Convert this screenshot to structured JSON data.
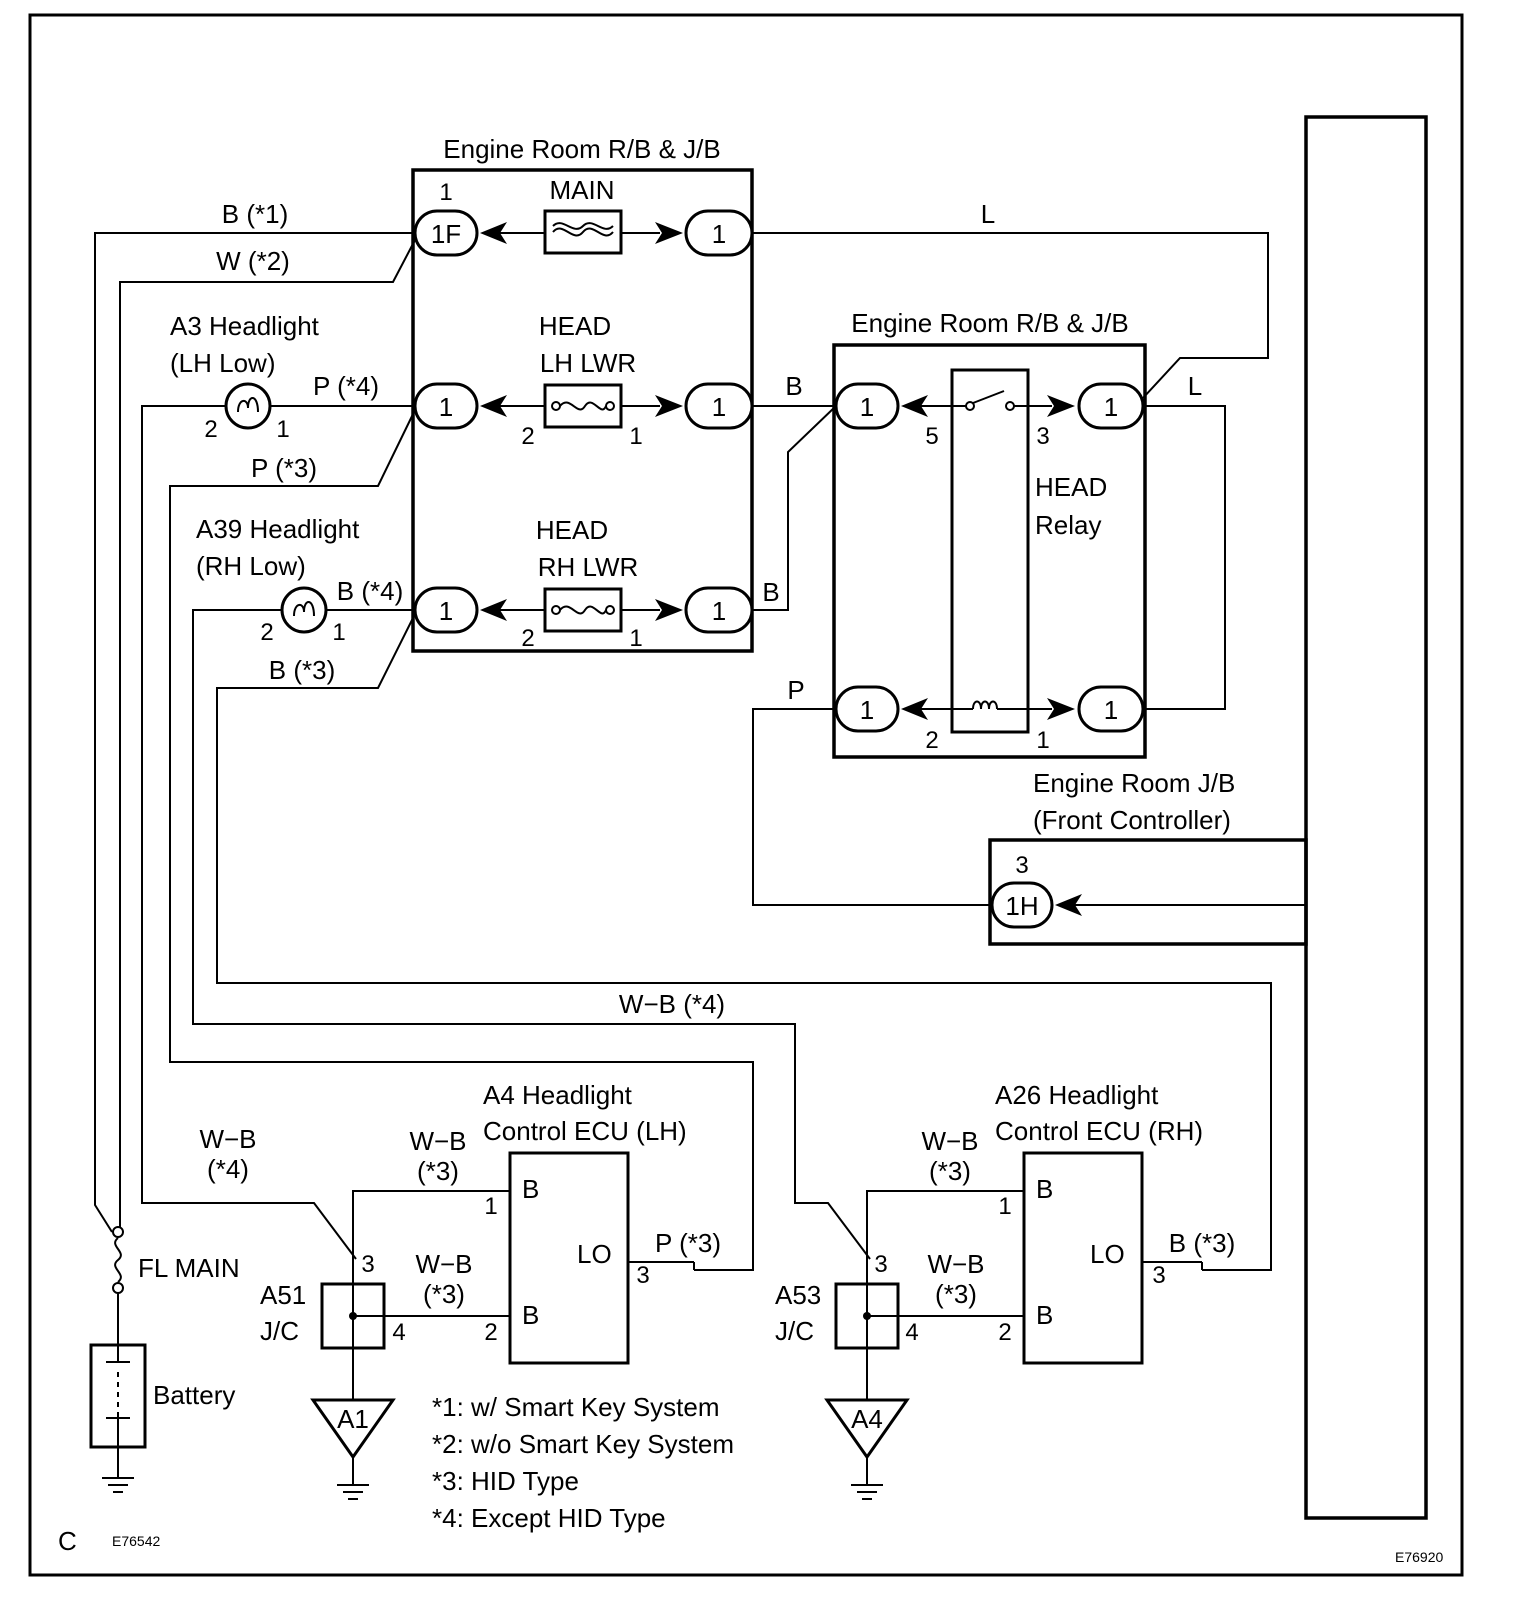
{
  "colors": {
    "ink": "#000000",
    "paper": "#ffffff"
  },
  "boxes": {
    "erjb_top": "Engine Room R/B & J/B",
    "erjb_relay": "Engine Room R/B & J/B",
    "erjb_front_1": "Engine Room J/B",
    "erjb_front_2": "(Front Controller)"
  },
  "fuses": {
    "main": "MAIN",
    "lh_1": "HEAD",
    "lh_2": "LH LWR",
    "rh_1": "HEAD",
    "rh_2": "RH LWR",
    "fl_main": "FL MAIN"
  },
  "relay": {
    "label_1": "HEAD",
    "label_2": "Relay"
  },
  "connectors": {
    "c1F": "1F",
    "c1H": "1H",
    "one": "1"
  },
  "lamps": {
    "a3_1": "A3 Headlight",
    "a3_2": "(LH Low)",
    "a39_1": "A39 Headlight",
    "a39_2": "(RH Low)"
  },
  "ecus": {
    "a4_1": "A4 Headlight",
    "a4_2": "Control ECU (LH)",
    "a26_1": "A26 Headlight",
    "a26_2": "Control ECU (RH)",
    "pin_b": "B",
    "pin_lo": "LO"
  },
  "jc": {
    "a51_1": "A51",
    "a51_2": "J/C",
    "a53_1": "A53",
    "a53_2": "J/C"
  },
  "grounds": {
    "a1": "A1",
    "a4": "A4"
  },
  "battery": "Battery",
  "wires": {
    "b1": "B (*1)",
    "w2": "W (*2)",
    "p4": "P (*4)",
    "p3": "P (*3)",
    "b4": "B (*4)",
    "b3": "B (*3)",
    "L": "L",
    "B": "B",
    "P": "P",
    "wb4": "W−B (*4)",
    "wb": "W−B",
    "s3": "(*3)",
    "s4": "(*4)",
    "p3b": "P (*3)",
    "b3b": "B (*3)"
  },
  "pins": {
    "p1": "1",
    "p2": "2",
    "p3": "3",
    "p4": "4",
    "p5": "5"
  },
  "notes": {
    "n1": "*1: w/ Smart Key System",
    "n2": "*2: w/o Smart Key System",
    "n3": "*3: HID Type",
    "n4": "*4: Except HID Type"
  },
  "codes": {
    "c": "C",
    "left": "E76542",
    "right": "E76920"
  }
}
